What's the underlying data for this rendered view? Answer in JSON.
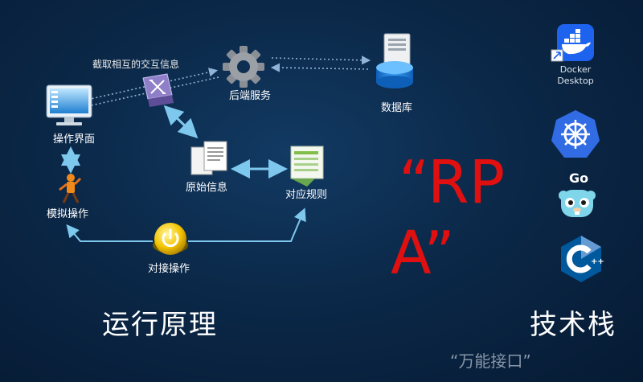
{
  "diagram": {
    "nodes": {
      "ui": "操作界面",
      "sim": "模拟操作",
      "backend": "后端服务",
      "db": "数据库",
      "raw": "原始信息",
      "rules": "对应规则",
      "docking": "对接操作"
    },
    "note": "截取相互的交互信息"
  },
  "left_title": "运行原理",
  "rpa": {
    "line1": "“RP",
    "line2": "A”"
  },
  "subtitle": "“万能接口”",
  "tech": {
    "title": "技术栈",
    "docker_line1": "Docker",
    "docker_line2": "Desktop",
    "go_label": "Go"
  },
  "colors": {
    "accent_arrow": "#7ec8ee",
    "rpa_red": "#e01010",
    "docker_blue": "#1d63ed",
    "k8s_blue": "#326ce5",
    "go_cyan": "#7fd5ea",
    "cpp_blue": "#00599c"
  },
  "icons": [
    "monitor-icon",
    "robot-figure-icon",
    "gear-icon",
    "database-server-icon",
    "network-switch-icon",
    "documents-icon",
    "spreadsheet-icon",
    "power-button-icon",
    "docker-icon",
    "kubernetes-icon",
    "gopher-icon",
    "cplusplus-icon"
  ]
}
